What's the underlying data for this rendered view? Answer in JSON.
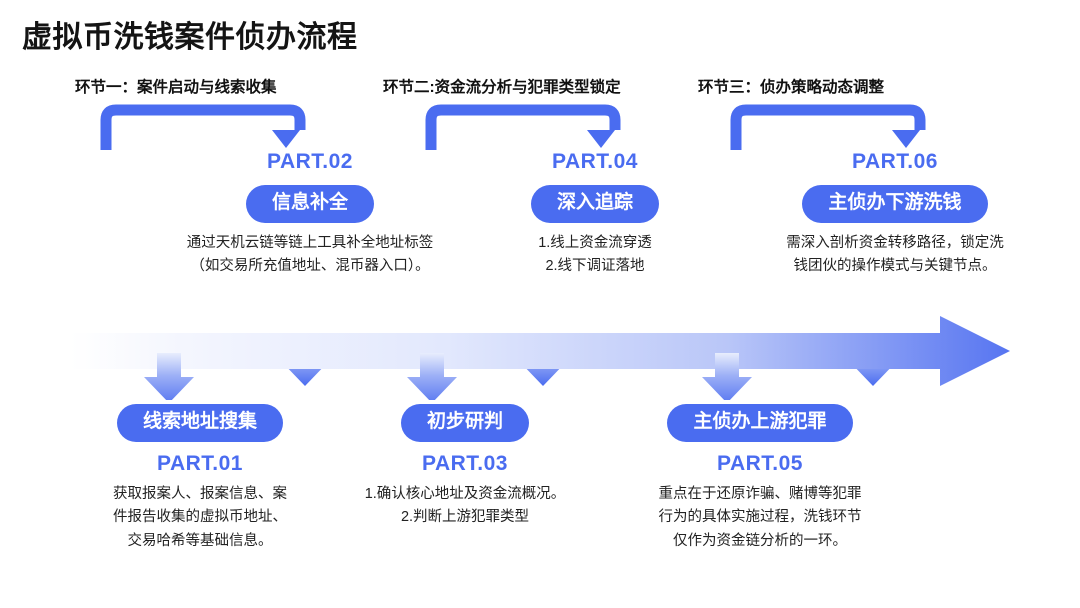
{
  "title": "虚拟币洗钱案件侦办流程",
  "colors": {
    "accent": "#4a6cf0",
    "accent_light": "#c9d4fb",
    "text": "#1a1a1a",
    "background": "#ffffff"
  },
  "phases": [
    {
      "label": "环节一：案件启动与线索收集"
    },
    {
      "label": "环节二:资金流分析与犯罪类型锁定"
    },
    {
      "label": "环节三：侦办策略动态调整"
    }
  ],
  "steps": {
    "part01": {
      "part": "PART.01",
      "pill": "线索地址搜集",
      "desc": "获取报案人、报案信息、案\n件报告收集的虚拟币地址、\n交易哈希等基础信息。"
    },
    "part02": {
      "part": "PART.02",
      "pill": "信息补全",
      "desc": "通过天机云链等链上工具补全地址标签\n（如交易所充值地址、混币器入口）。"
    },
    "part03": {
      "part": "PART.03",
      "pill": "初步研判",
      "desc": "1.确认核心地址及资金流概况。\n2.判断上游犯罪类型"
    },
    "part04": {
      "part": "PART.04",
      "pill": "深入追踪",
      "desc": "1.线上资金流穿透\n2.线下调证落地"
    },
    "part05": {
      "part": "PART.05",
      "pill": "主侦办上游犯罪",
      "desc": "重点在于还原诈骗、赌博等犯罪\n行为的具体实施过程，洗钱环节\n仅作为资金链分析的一环。"
    },
    "part06": {
      "part": "PART.06",
      "pill": "主侦办下游洗钱",
      "desc": "需深入剖析资金转移路径，锁定洗\n钱团伙的操作模式与关键节点。"
    }
  },
  "icons": {
    "bracket": "bracket-down-arrow-icon",
    "timeline": "timeline-right-arrow-icon",
    "connector_up": "connector-up-arrow-icon",
    "connector_down": "connector-down-arrow-icon"
  }
}
